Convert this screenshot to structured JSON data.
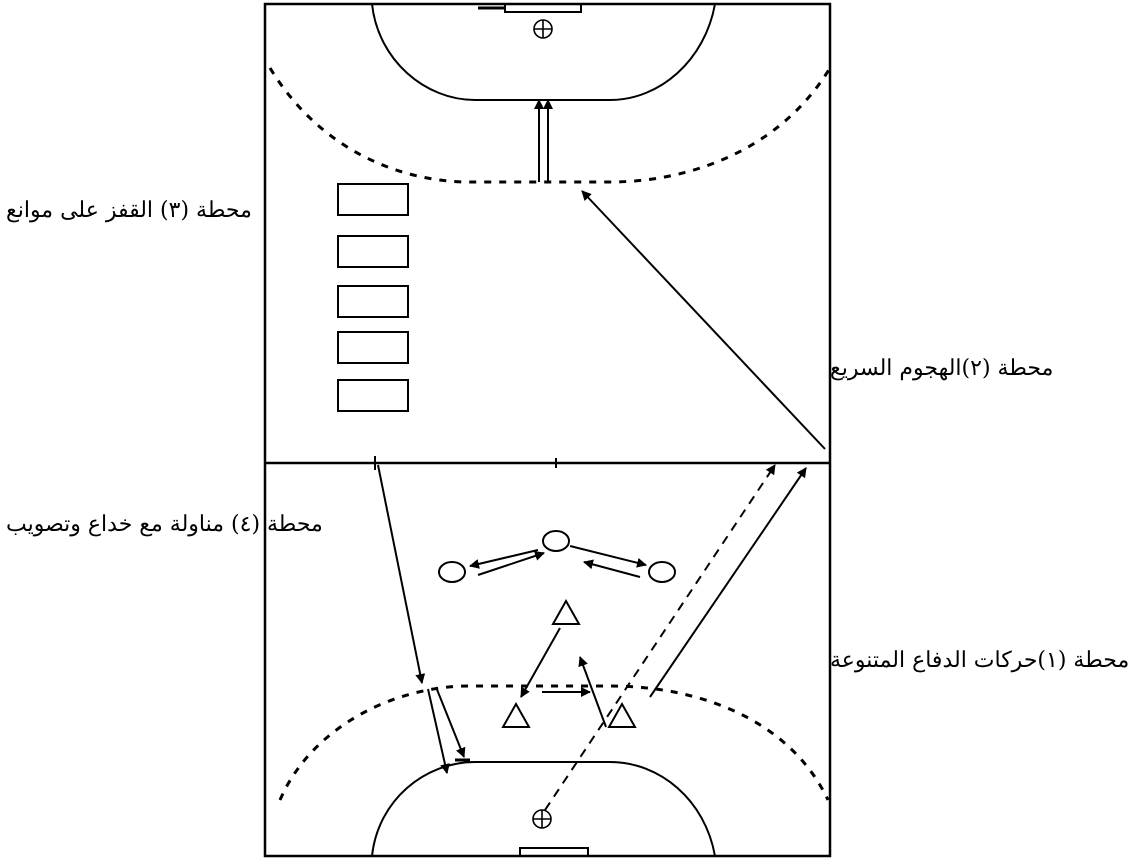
{
  "diagram": {
    "labels": {
      "station_3": "محطة (٣) القفز على موانع",
      "station_2": "محطة (٢)الهجوم السريع",
      "station_4": "محطة (٤) مناولة مع خداع وتصويب",
      "station_1": "محطة (١)حركات الدفاع المتنوعة"
    },
    "obstacles_count": 5,
    "colors": {
      "line": "#000000",
      "background": "#ffffff"
    }
  }
}
